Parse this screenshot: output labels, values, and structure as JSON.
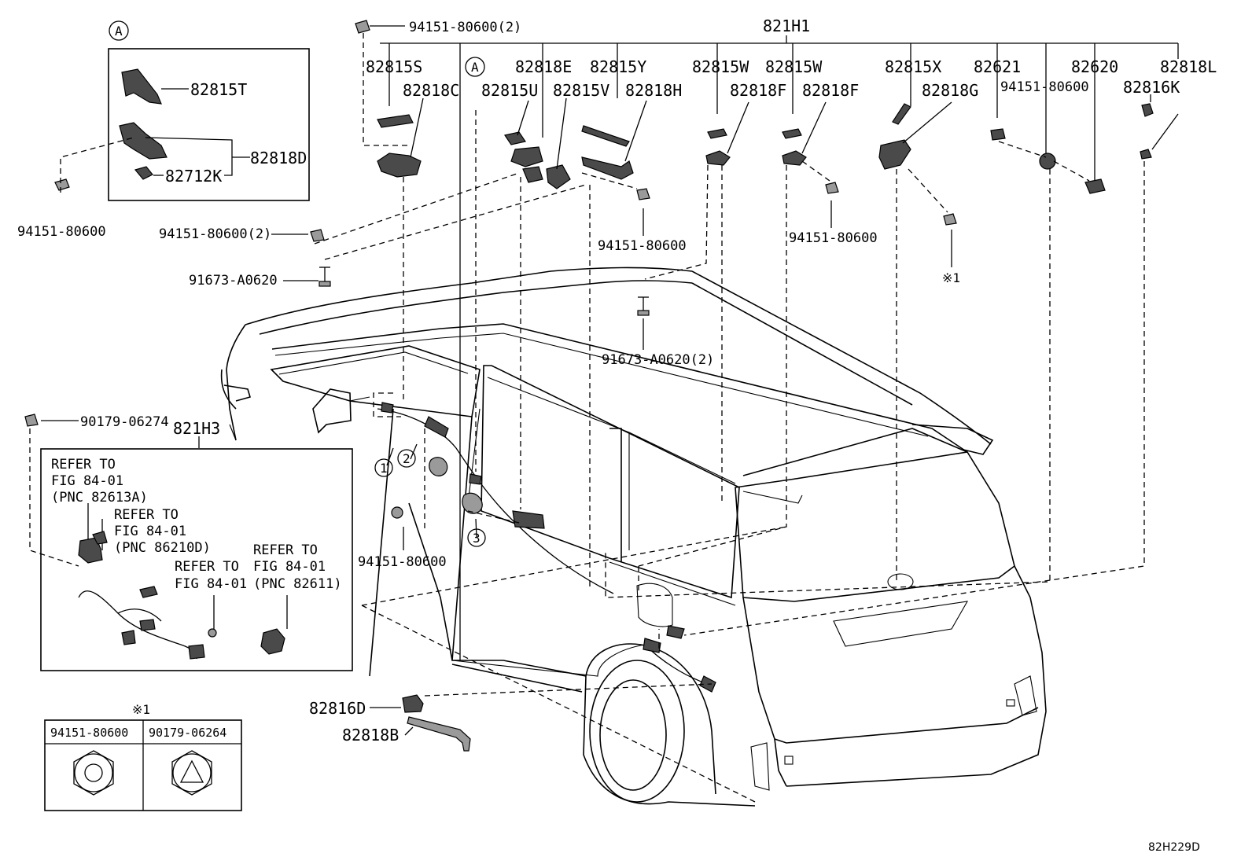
{
  "diagram_code": "82H229D",
  "view_markers": {
    "view_a": "A",
    "asterisk_1": "※1"
  },
  "callouts": [
    "1",
    "2",
    "3"
  ],
  "assembly_labels": {
    "main_harness": "821H1",
    "sub_harness": "821H3"
  },
  "part_labels": {
    "p82815T": "82815T",
    "p82818D": "82818D",
    "p82712K": "82712K",
    "clip_left": "94151-80600",
    "clip_top": "94151-80600(2)",
    "clip_mid_left": "94151-80600(2)",
    "bolt_left": "91673-A0620",
    "p82815S": "82815S",
    "p82818C": "82818C",
    "p82818E": "82818E",
    "p82815U": "82815U",
    "p82815V": "82815V",
    "p82815Y": "82815Y",
    "p82818H": "82818H",
    "p82815W_a": "82815W",
    "p82815W_b": "82815W",
    "p82818F_a": "82818F",
    "p82818F_b": "82818F",
    "clip_center": "94151-80600",
    "clip_right_mid": "94151-80600",
    "bolt_center": "91673-A0620(2)",
    "p82815X": "82815X",
    "p82818G": "82818G",
    "p82621": "82621",
    "clip_right_top": "94151-80600",
    "p82620": "82620",
    "p82818L": "82818L",
    "p82816K": "82816K",
    "nut_left": "90179-06274",
    "clip_door": "94151-80600",
    "p82816D": "82816D",
    "p82818B": "82818B"
  },
  "notes": {
    "n1": [
      "REFER TO",
      "FIG 84-01",
      "(PNC 82613A)"
    ],
    "n2": [
      "REFER TO",
      "FIG 84-01",
      "(PNC 86210D)"
    ],
    "n3": [
      "REFER TO",
      "FIG 84-01"
    ],
    "n4": [
      "REFER TO",
      "FIG 84-01",
      "(PNC 82611)"
    ]
  },
  "legend_table": {
    "title": "※1",
    "columns": [
      "94151-80600",
      "90179-06264"
    ]
  }
}
